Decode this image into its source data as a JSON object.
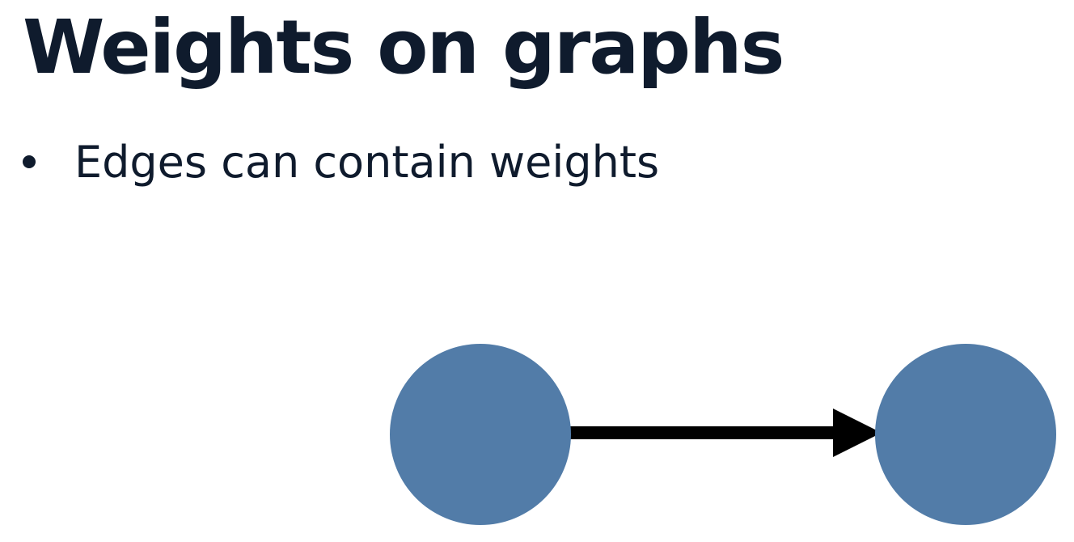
{
  "slide": {
    "title": "Weights on graphs",
    "bullets": [
      "Edges can contain weights"
    ]
  },
  "diagram": {
    "node_color": "#527ca8",
    "edge_color": "#000000",
    "nodes": [
      "source-node",
      "target-node"
    ],
    "edges": [
      {
        "from": "source-node",
        "to": "target-node",
        "directed": true
      }
    ]
  }
}
